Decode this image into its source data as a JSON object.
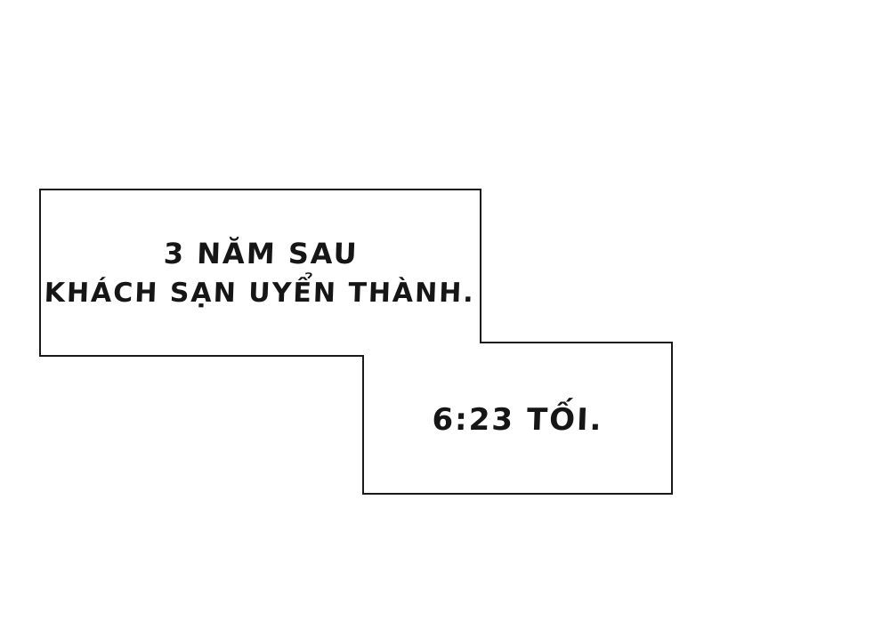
{
  "page": {
    "background_color": "#ffffff"
  },
  "panel": {
    "border_color": "#1a1a1a",
    "fill_color": "#ffffff",
    "caption_top": {
      "line1": "3 NĂM SAU",
      "line2": "KHÁCH SẠN UYỂN THÀNH."
    },
    "caption_bottom": {
      "line1": "6:23 TỐI."
    }
  }
}
